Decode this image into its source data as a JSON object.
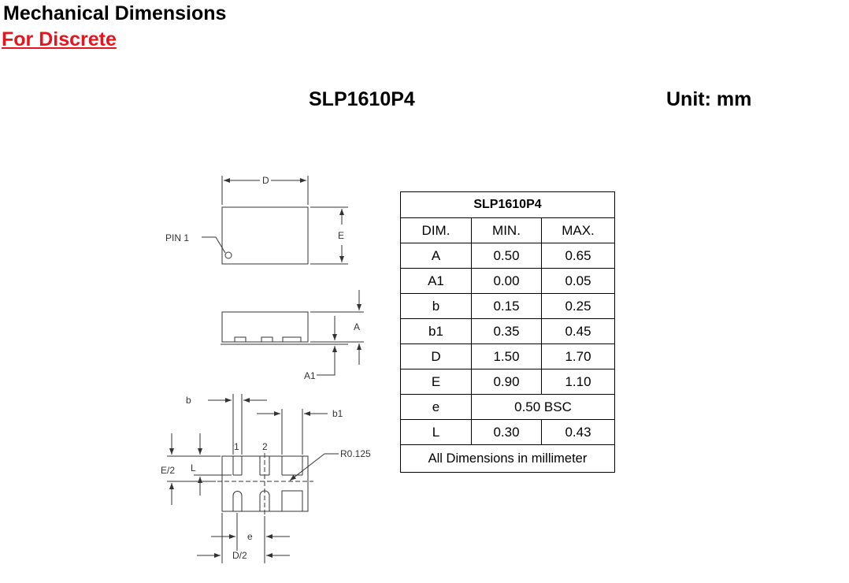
{
  "header": {
    "title": "Mechanical Dimensions",
    "link": "For Discrete"
  },
  "package_name": "SLP1610P4",
  "unit": "Unit: mm",
  "drawing_labels": {
    "D": "D",
    "E": "E",
    "pin1": "PIN 1",
    "A": "A",
    "A1": "A1",
    "b": "b",
    "b1": "b1",
    "pin_1": "1",
    "pin_2": "2",
    "R": "R0.125",
    "E2": "E/2",
    "L": "L",
    "e": "e",
    "D2": "D/2"
  },
  "table": {
    "title": "SLP1610P4",
    "columns": [
      "DIM.",
      "MIN.",
      "MAX."
    ],
    "rows": [
      {
        "dim": "A",
        "min": "0.50",
        "max": "0.65"
      },
      {
        "dim": "A1",
        "min": "0.00",
        "max": "0.05"
      },
      {
        "dim": "b",
        "min": "0.15",
        "max": "0.25"
      },
      {
        "dim": "b1",
        "min": "0.35",
        "max": "0.45"
      },
      {
        "dim": "D",
        "min": "1.50",
        "max": "1.70"
      },
      {
        "dim": "E",
        "min": "0.90",
        "max": "1.10"
      }
    ],
    "e_row": {
      "dim": "e",
      "value": "0.50 BSC"
    },
    "l_row": {
      "dim": "L",
      "min": "0.30",
      "max": "0.43"
    },
    "note": "All Dimensions in millimeter"
  }
}
